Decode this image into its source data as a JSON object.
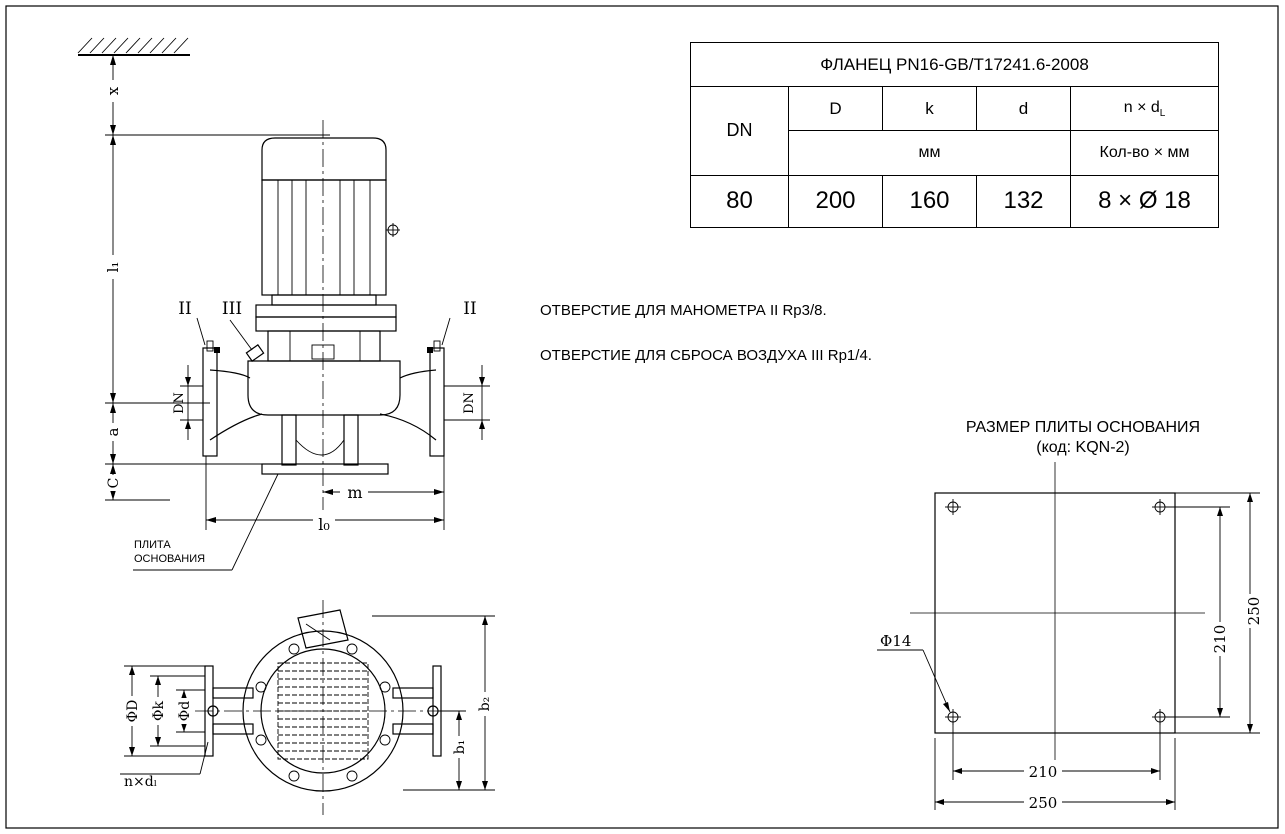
{
  "table": {
    "title": "ФЛАНЕЦ PN16-GB/T17241.6-2008",
    "col_dn": "DN",
    "col_D": "D",
    "col_k": "k",
    "col_d": "d",
    "col_n": "n × d",
    "col_n_sub": "L",
    "unit_mm": "мм",
    "unit_count": "Кол-во × мм",
    "row": {
      "dn": "80",
      "D": "200",
      "k": "160",
      "d": "132",
      "n": "8 × Ø 18"
    }
  },
  "notes": {
    "gauge_hole": "ОТВЕРСТИЕ ДЛЯ МАНОМЕТРА II Rp3/8.",
    "air_hole": "ОТВЕРСТИЕ ДЛЯ СБРОСА ВОЗДУХА III Rp1/4."
  },
  "baseplate": {
    "title": "РАЗМЕР ПЛИТЫ ОСНОВАНИЯ",
    "code": "(код: KQN-2)",
    "hole_label": "Φ14",
    "dim_inner_v": "210",
    "dim_outer_v": "250",
    "dim_inner_h": "210",
    "dim_outer_h": "250"
  },
  "front_view": {
    "x": "x",
    "l1": "l₁",
    "a": "a",
    "c": "C",
    "dn_left": "DN",
    "dn_right": "DN",
    "m": "m",
    "l0": "l₀",
    "port_ii_left": "II",
    "port_iii": "III",
    "port_ii_right": "II",
    "base_label_1": "ПЛИТА",
    "base_label_2": "ОСНОВАНИЯ"
  },
  "top_view": {
    "phi_D": "ΦD",
    "phi_k": "Φk",
    "phi_d": "Φd",
    "n_dl": "n×dₗ",
    "b1": "b₁",
    "b2": "b₂"
  }
}
